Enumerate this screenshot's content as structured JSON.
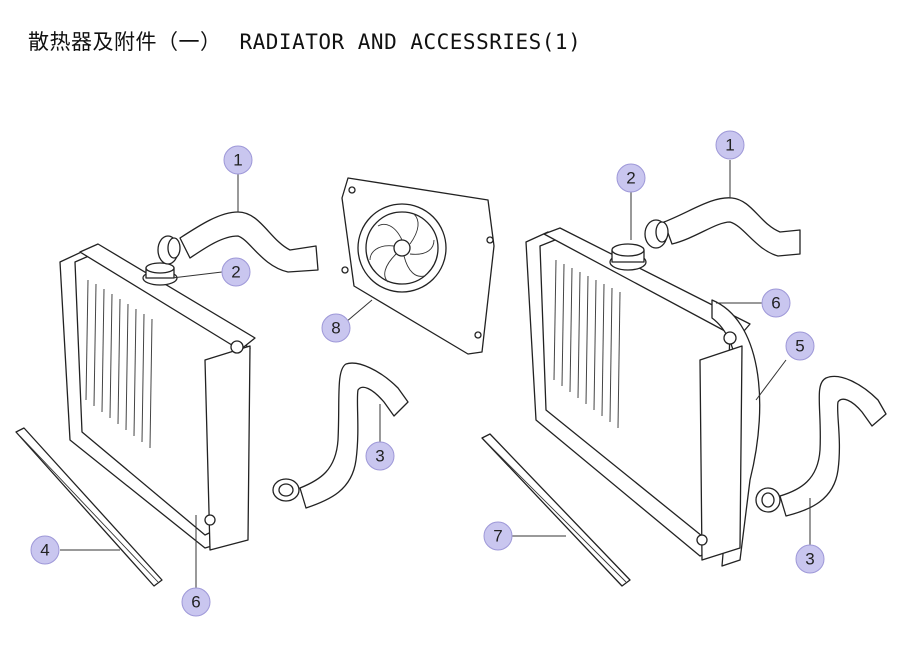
{
  "title": {
    "zh": "散热器及附件（一）",
    "en": "RADIATOR AND ACCESSRIES(1)"
  },
  "callouts": [
    {
      "id": "left-1",
      "number": "1"
    },
    {
      "id": "left-2",
      "number": "2"
    },
    {
      "id": "left-4",
      "number": "4"
    },
    {
      "id": "left-6",
      "number": "6"
    },
    {
      "id": "center-8",
      "number": "8"
    },
    {
      "id": "center-3",
      "number": "3"
    },
    {
      "id": "right-1",
      "number": "1"
    },
    {
      "id": "right-2",
      "number": "2"
    },
    {
      "id": "right-6",
      "number": "6"
    },
    {
      "id": "right-5",
      "number": "5"
    },
    {
      "id": "right-7",
      "number": "7"
    },
    {
      "id": "right-3",
      "number": "3"
    }
  ]
}
